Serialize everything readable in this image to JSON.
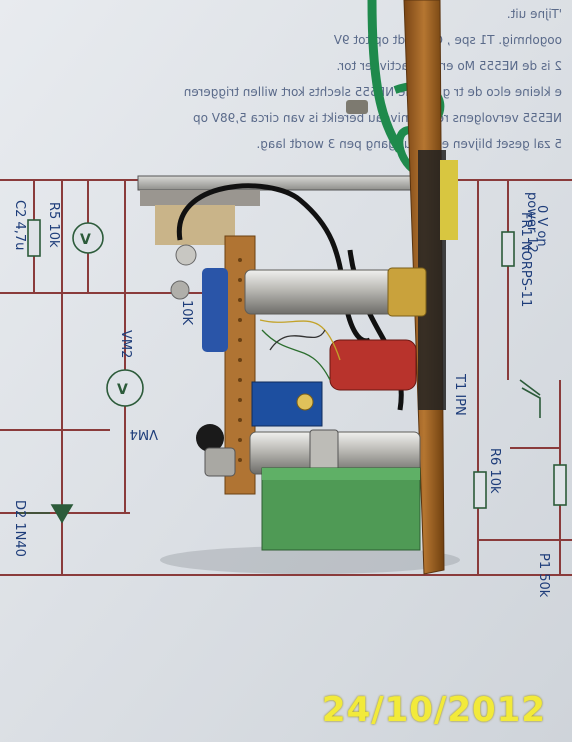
{
  "photo": {
    "date_stamp": "24/10/2012",
    "schematic_labels": [
      "C2 4,7u",
      "R5 10k",
      "FR1 NORPS-11",
      "T1 IPN",
      "R6 10k",
      "P1 50k",
      "D2 1N40",
      "VM4",
      "VM2",
      "10K",
      "power 12",
      "0 V on"
    ],
    "background_text_lines": [
      "'Tijne uit.",
      "oogohmig. T1 spe                             , C5 laadt op tot 9V",
      "2 is de NE555 Mo                        er puls activeer tor.",
      "e kleine elco de tr                g van de NE555 slechts kort willen triggeren",
      "NE555 vervolgens                  resold niveau bereikt is van circa 5,98V op",
      "5 zal geset blijven                     en de uitgang pen 3 wordt laag."
    ],
    "colors": {
      "paper": "#dfe3e8",
      "schematic_line": "#8a3b3b",
      "component_green": "#2e7d3e",
      "pcb_brown": "#a8692b",
      "relay_red": "#b8332c",
      "trimmer_blue": "#1d4fa0",
      "stamp": "#f2ea3a"
    }
  }
}
